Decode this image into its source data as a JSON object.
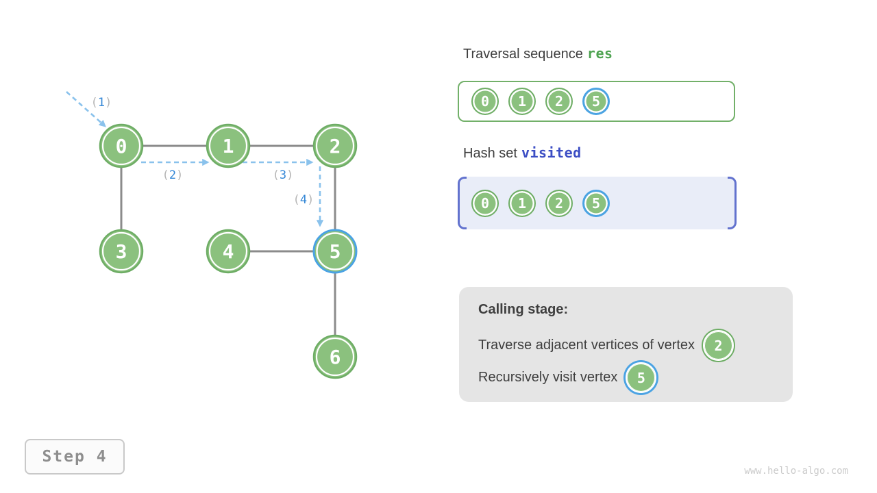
{
  "graph": {
    "node_labels": [
      "0",
      "1",
      "2",
      "3",
      "4",
      "5",
      "6"
    ],
    "highlighted_node": "5",
    "edges": [
      "0-1",
      "1-2",
      "0-3",
      "2-5",
      "4-5",
      "5-6"
    ],
    "paren_open": "(",
    "paren_close": ")",
    "arrow_order_labels": [
      "1",
      "2",
      "3",
      "4"
    ]
  },
  "traversal": {
    "title": "Traversal sequence",
    "code": "res",
    "items": [
      "0",
      "1",
      "2",
      "5"
    ],
    "highlighted_item": "5"
  },
  "hashset": {
    "title": "Hash set",
    "code": "visited",
    "items": [
      "0",
      "1",
      "2",
      "5"
    ],
    "highlighted_item": "5"
  },
  "calling": {
    "heading": "Calling stage:",
    "line1_text": "Traverse adjacent vertices of vertex",
    "line1_node": "2",
    "line2_text": "Recursively visit vertex",
    "line2_node": "5"
  },
  "step": {
    "label": "Step 4"
  },
  "watermark": "www.hello-algo.com",
  "colors": {
    "node_fill": "#8bc17e",
    "node_border": "#6ead65",
    "highlight_ring": "#4ba3e3",
    "edge_gray": "#8b8b8b",
    "arrow_blue": "#8ac2ec",
    "arrow_label_blue": "#3487d6",
    "paren_gray": "#b5b5b5",
    "res_green": "#4ea351",
    "visited_indigo": "#3c4ec4",
    "visited_fill": "#e9edf8",
    "bracket_blue": "#6272ce",
    "calling_bg": "#e5e5e5"
  }
}
